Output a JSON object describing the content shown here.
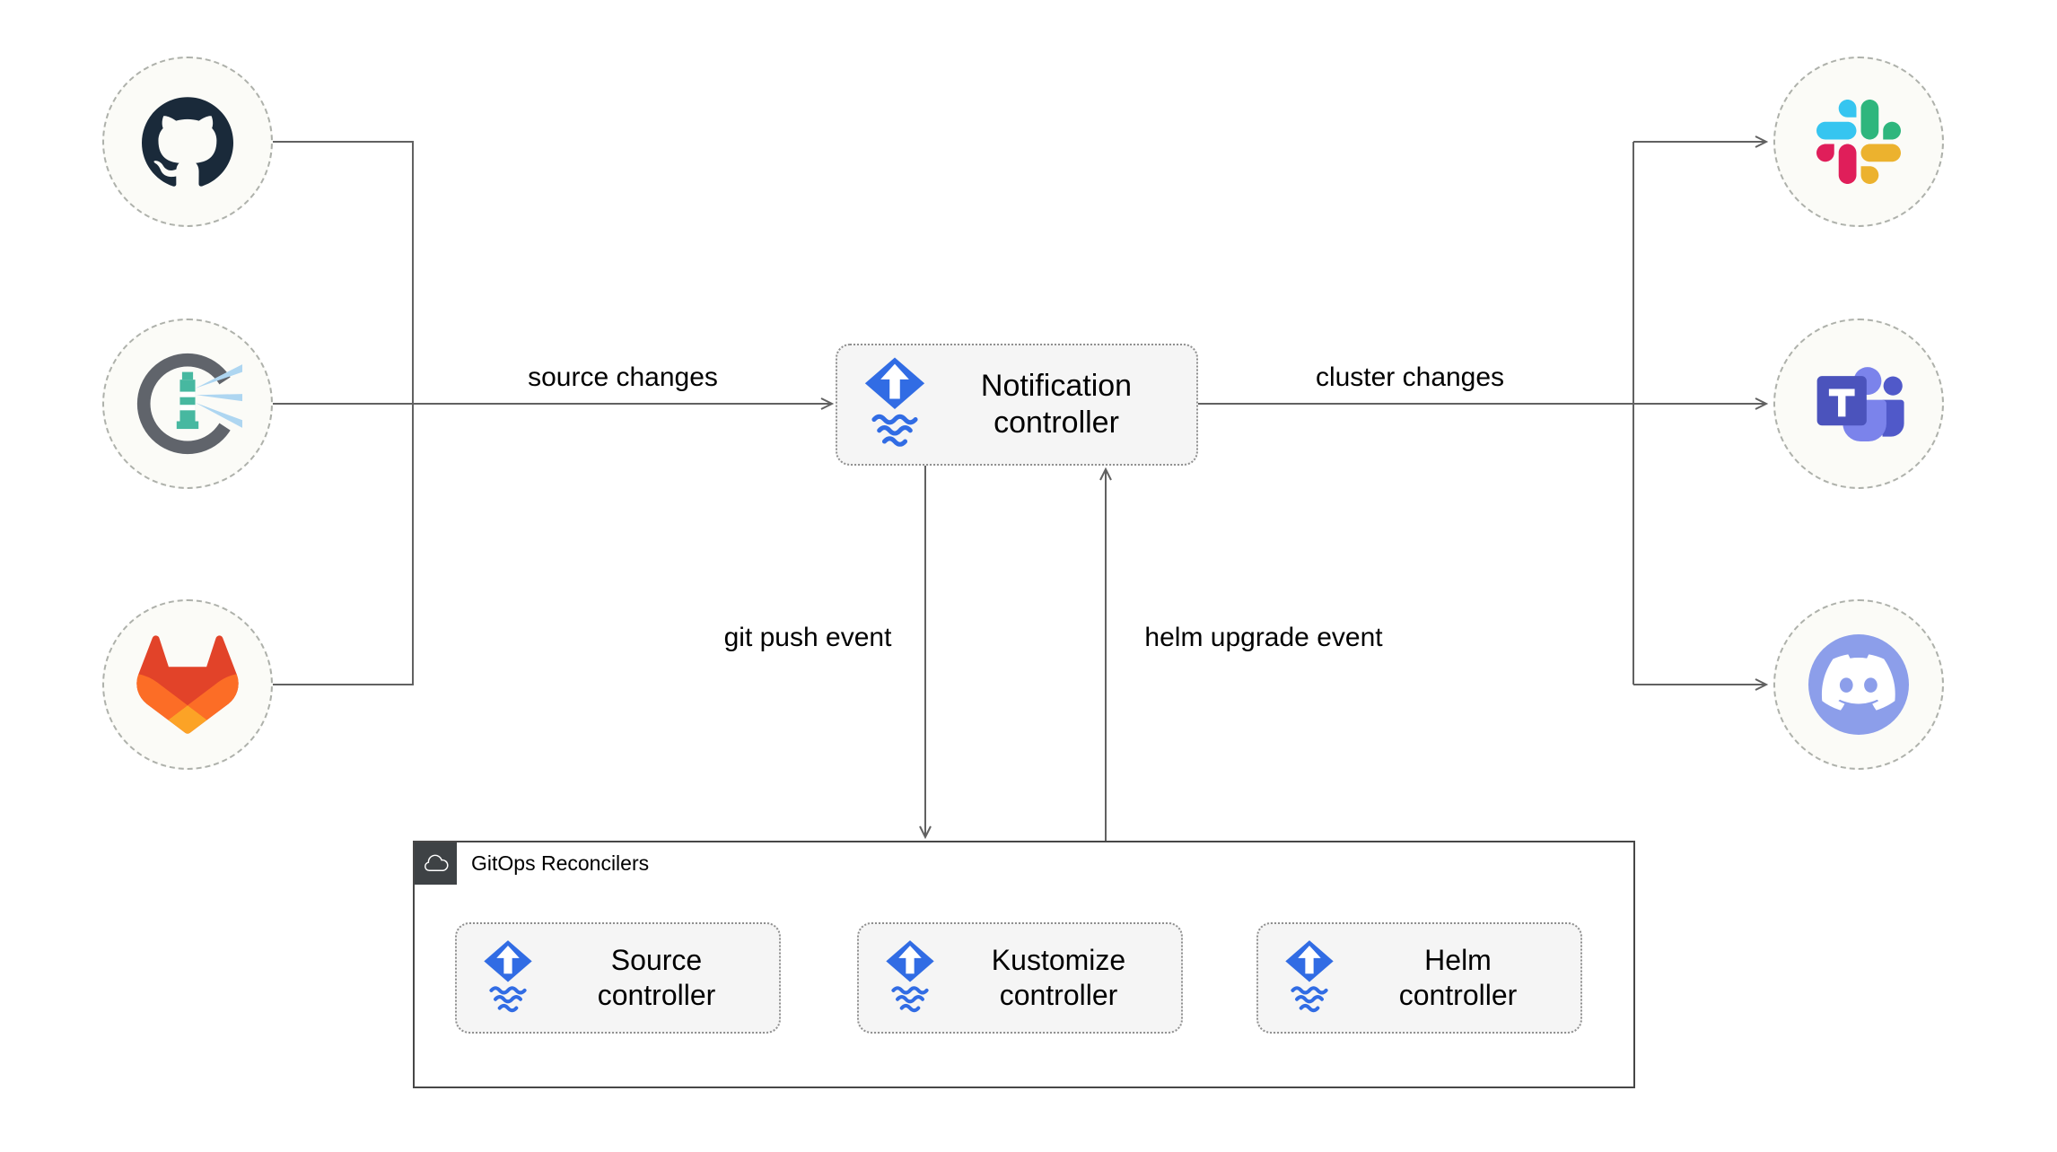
{
  "nodes": {
    "notification_controller": "Notification controller",
    "source_controller": "Source controller",
    "kustomize_controller": "Kustomize controller",
    "helm_controller": "Helm controller"
  },
  "group": {
    "title": "GitOps Reconcilers",
    "icon": "cloud-icon"
  },
  "edge_labels": {
    "source_changes": "source changes",
    "cluster_changes": "cluster changes",
    "git_push_event": "git push event",
    "helm_upgrade_event": "helm upgrade event"
  },
  "sources": [
    {
      "name": "GitHub",
      "icon": "github-icon"
    },
    {
      "name": "Harbor",
      "icon": "harbor-icon"
    },
    {
      "name": "GitLab",
      "icon": "gitlab-icon"
    }
  ],
  "notification_targets": [
    {
      "name": "Slack",
      "icon": "slack-icon"
    },
    {
      "name": "Microsoft Teams",
      "icon": "teams-icon"
    },
    {
      "name": "Discord",
      "icon": "discord-icon"
    }
  ],
  "colors": {
    "flux_blue": "#316ce4",
    "connector_gray": "#616161",
    "node_fill": "#f5f5f5",
    "github_dark": "#1a2a3a",
    "harbor_gray": "#60646b",
    "harbor_teal": "#47b8a0",
    "gitlab_palette": [
      "#e24329",
      "#fc6d26",
      "#fca326"
    ],
    "slack_palette": [
      "#36c5f0",
      "#2eb67d",
      "#ecb22e",
      "#e01e5a"
    ],
    "teams_purple": "#4b53bc",
    "discord_blurple": "#8c9eea"
  }
}
